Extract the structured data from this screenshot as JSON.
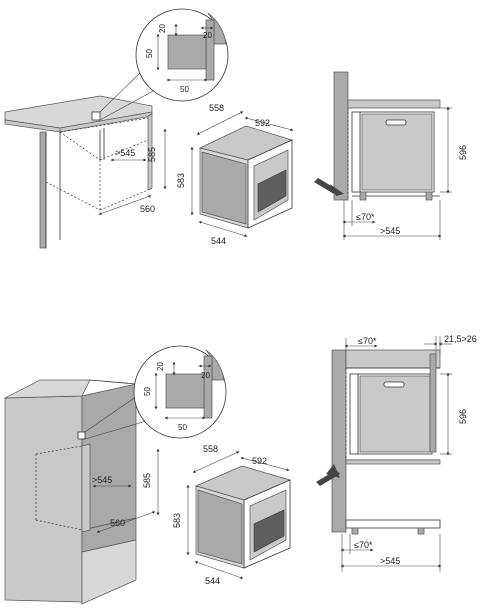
{
  "top": {
    "inset": {
      "d1": "20",
      "d2": "20",
      "d3": "50",
      "d4": "50"
    },
    "cabinet": {
      "depth": "560",
      "height": "585",
      "width": ">545"
    },
    "oven": {
      "d_top": "558",
      "w_top": "592",
      "h": "583",
      "d_bot": "544"
    },
    "side": {
      "h": "596",
      "gap": "≤70*",
      "depth": ">545"
    }
  },
  "bottom": {
    "inset": {
      "d1": "20",
      "d2": "20",
      "d3": "50",
      "d4": "50"
    },
    "cabinet": {
      "depth": "560",
      "height": "585",
      "width": ">545"
    },
    "oven": {
      "d_top": "558",
      "w_top": "592",
      "h": "583",
      "d_bot": "544"
    },
    "side": {
      "h": "596",
      "gap_top": "≤70*",
      "top_gap": "21,5>26",
      "gap": "≤70*",
      "depth": ">545"
    }
  },
  "colors": {
    "panel": "#a9a9a9",
    "panel_light": "#c9c9c9",
    "line": "#333333"
  }
}
